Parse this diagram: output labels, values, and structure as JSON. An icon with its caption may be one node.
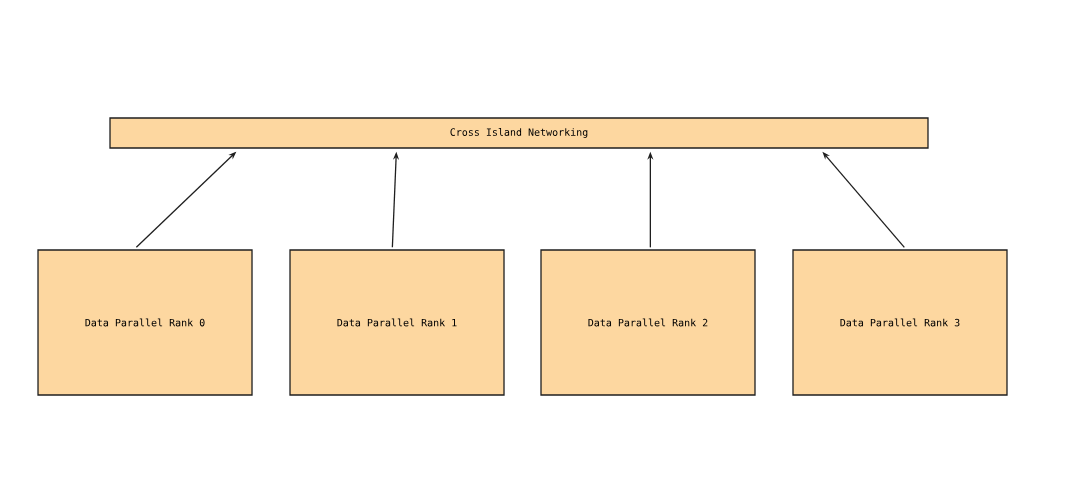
{
  "diagram": {
    "nodes": [
      {
        "text": [
          "Cross Island Networking"
        ]
      },
      {
        "text": [
          "Data Parallel Rank 0"
        ]
      },
      {
        "text": [
          "Data Parallel Rank 1"
        ]
      },
      {
        "text": [
          "Data Parallel Rank 2"
        ]
      },
      {
        "text": [
          "Data Parallel Rank 3"
        ]
      }
    ],
    "edges": [
      {
        "from": 1,
        "to": 0,
        "arrow": "to"
      },
      {
        "from": 2,
        "to": 0,
        "arrow": "to"
      },
      {
        "from": 3,
        "to": 0,
        "arrow": "to"
      },
      {
        "from": 4,
        "to": 0,
        "arrow": "to"
      }
    ]
  }
}
